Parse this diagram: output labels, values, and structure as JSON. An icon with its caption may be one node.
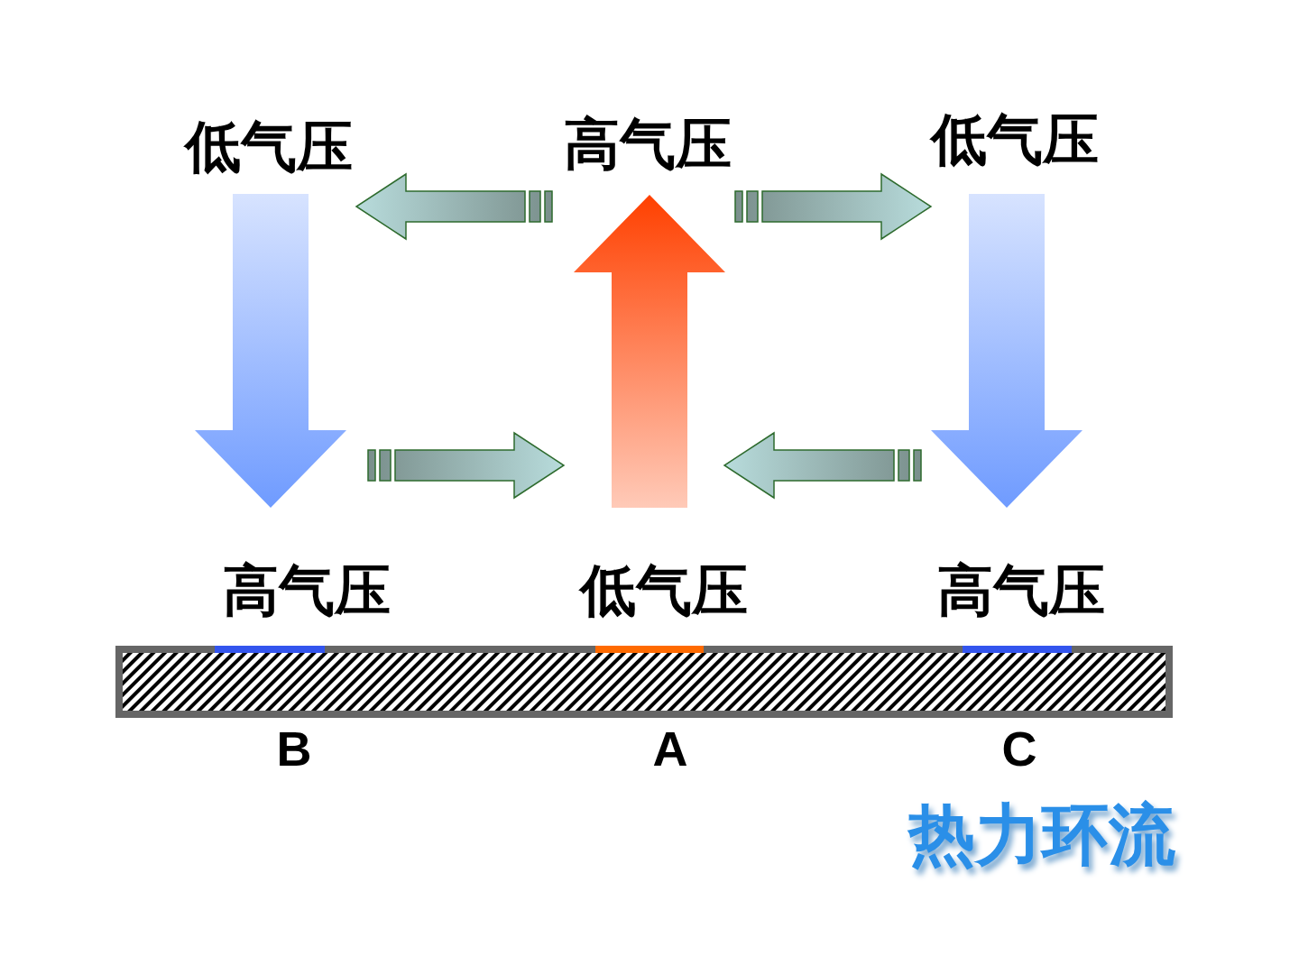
{
  "diagram": {
    "title": "热力环流",
    "nodes": [
      {
        "text": [
          "低气压"
        ]
      },
      {
        "text": [
          "高气压"
        ]
      },
      {
        "text": [
          "低气压"
        ]
      },
      {
        "text": [
          "高气压"
        ]
      },
      {
        "text": [
          "低气压"
        ]
      },
      {
        "text": [
          "高气压"
        ]
      }
    ],
    "edges": [
      {
        "from": 0,
        "to": 3,
        "arrow": "to",
        "style": "thick",
        "color": "#6f9bff"
      },
      {
        "from": 4,
        "to": 1,
        "arrow": "to",
        "style": "thick",
        "color": "#ff4000"
      },
      {
        "from": 2,
        "to": 5,
        "arrow": "to",
        "style": "thick",
        "color": "#6f9bff"
      },
      {
        "from": 1,
        "to": 0,
        "arrow": "to"
      },
      {
        "from": 1,
        "to": 2,
        "arrow": "to"
      },
      {
        "from": 3,
        "to": 4,
        "arrow": "to"
      },
      {
        "from": 5,
        "to": 4,
        "arrow": "to"
      }
    ],
    "labels": [
      "B",
      "A",
      "C"
    ]
  }
}
